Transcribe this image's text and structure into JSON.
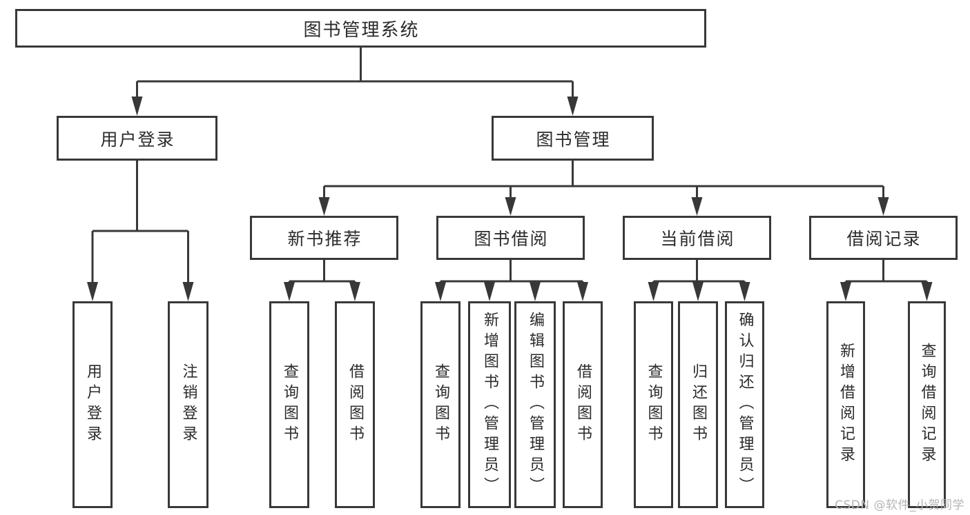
{
  "diagram": {
    "title": "图书管理系统",
    "watermark": "CSDN @软件_小贺同学",
    "colors": {
      "line": "#383838",
      "box_border": "#383838",
      "text": "#2b2b2b",
      "watermark": "#b4b4b4",
      "background": "#ffffff"
    },
    "nodes": {
      "root": {
        "label": "图书管理系统"
      },
      "user_login": {
        "label": "用户登录"
      },
      "book_mgmt": {
        "label": "图书管理"
      },
      "new_book_rec": {
        "label": "新书推荐"
      },
      "book_borrow": {
        "label": "图书借阅"
      },
      "current_borrow": {
        "label": "当前借阅"
      },
      "borrow_record": {
        "label": "借阅记录"
      },
      "leaf_user_login": {
        "label": "用户登录"
      },
      "leaf_logout": {
        "label": "注销登录"
      },
      "leaf_rec_query": {
        "label": "查询图书"
      },
      "leaf_rec_borrow": {
        "label": "借阅图书"
      },
      "leaf_bb_query": {
        "label": "查询图书"
      },
      "leaf_bb_add": {
        "label": "新增图书（管理员）"
      },
      "leaf_bb_edit": {
        "label": "编辑图书（管理员）"
      },
      "leaf_bb_borrow": {
        "label": "借阅图书"
      },
      "leaf_cb_query": {
        "label": "查询图书"
      },
      "leaf_cb_return": {
        "label": "归还图书"
      },
      "leaf_cb_confirm": {
        "label": "确认归还（管理员）"
      },
      "leaf_br_add": {
        "label": "新增借阅记录"
      },
      "leaf_br_query": {
        "label": "查询借阅记录"
      }
    },
    "edges": [
      "root>user_login",
      "root>book_mgmt",
      "user_login>leaf_user_login",
      "user_login>leaf_logout",
      "book_mgmt>new_book_rec",
      "book_mgmt>book_borrow",
      "book_mgmt>current_borrow",
      "book_mgmt>borrow_record",
      "new_book_rec>leaf_rec_query",
      "new_book_rec>leaf_rec_borrow",
      "book_borrow>leaf_bb_query",
      "book_borrow>leaf_bb_add",
      "book_borrow>leaf_bb_edit",
      "book_borrow>leaf_bb_borrow",
      "current_borrow>leaf_cb_query",
      "current_borrow>leaf_cb_return",
      "current_borrow>leaf_cb_confirm",
      "borrow_record>leaf_br_add",
      "borrow_record>leaf_br_query"
    ]
  }
}
